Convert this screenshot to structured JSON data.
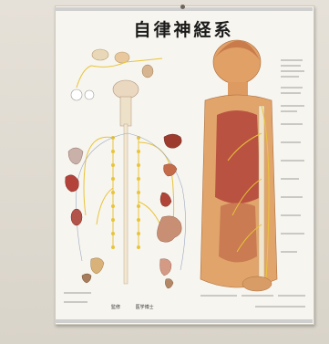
{
  "poster": {
    "title": "自律神経系",
    "footer_supervisor": "監修",
    "footer_name": "　　　医学博士"
  },
  "colors": {
    "nerve_yellow": "#e8c43a",
    "skin": "#e0a066",
    "organ_red": "#b3433a",
    "bone": "#efe4cc",
    "background": "#ded9cf"
  }
}
